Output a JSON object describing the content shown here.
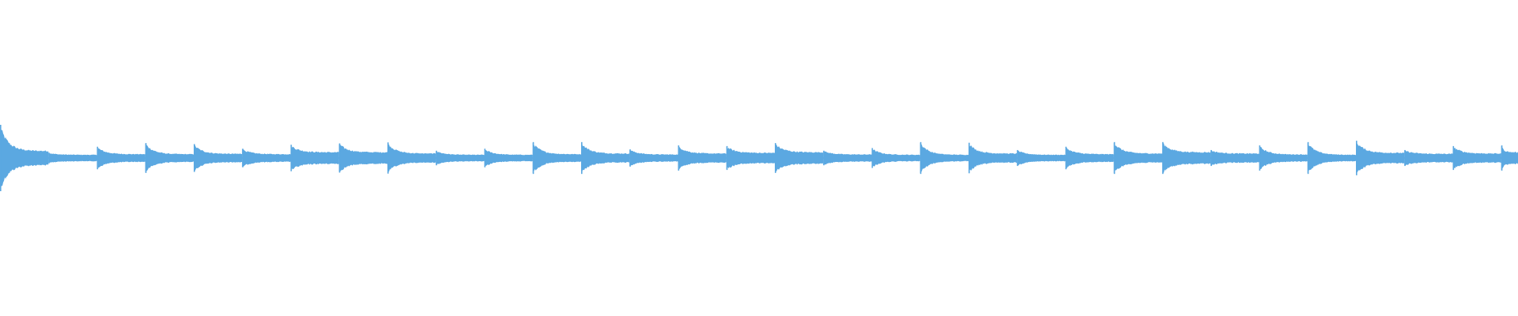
{
  "waveform": {
    "color": "#5ba8e1",
    "background": "#ffffff",
    "pulses": [
      {
        "peak": 1.0,
        "tail": 0.22
      },
      {
        "peak": 0.16,
        "tail": 0.1
      },
      {
        "peak": 0.34,
        "tail": 0.12
      },
      {
        "peak": 0.45,
        "tail": 0.12
      },
      {
        "peak": 0.42,
        "tail": 0.13
      },
      {
        "peak": 0.28,
        "tail": 0.12
      },
      {
        "peak": 0.4,
        "tail": 0.18
      },
      {
        "peak": 0.44,
        "tail": 0.18
      },
      {
        "peak": 0.47,
        "tail": 0.14
      },
      {
        "peak": 0.22,
        "tail": 0.1
      },
      {
        "peak": 0.28,
        "tail": 0.1
      },
      {
        "peak": 0.48,
        "tail": 0.12
      },
      {
        "peak": 0.48,
        "tail": 0.14
      },
      {
        "peak": 0.26,
        "tail": 0.11
      },
      {
        "peak": 0.38,
        "tail": 0.14
      },
      {
        "peak": 0.36,
        "tail": 0.16
      },
      {
        "peak": 0.45,
        "tail": 0.18
      },
      {
        "peak": 0.22,
        "tail": 0.11
      },
      {
        "peak": 0.3,
        "tail": 0.1
      },
      {
        "peak": 0.48,
        "tail": 0.1
      },
      {
        "peak": 0.46,
        "tail": 0.14
      },
      {
        "peak": 0.24,
        "tail": 0.1
      },
      {
        "peak": 0.34,
        "tail": 0.12
      },
      {
        "peak": 0.48,
        "tail": 0.14
      },
      {
        "peak": 0.48,
        "tail": 0.18
      },
      {
        "peak": 0.24,
        "tail": 0.14
      },
      {
        "peak": 0.38,
        "tail": 0.11
      },
      {
        "peak": 0.48,
        "tail": 0.1
      },
      {
        "peak": 0.52,
        "tail": 0.16
      },
      {
        "peak": 0.24,
        "tail": 0.13
      },
      {
        "peak": 0.36,
        "tail": 0.14
      },
      {
        "peak": 0.38,
        "tail": 0.18
      }
    ]
  }
}
